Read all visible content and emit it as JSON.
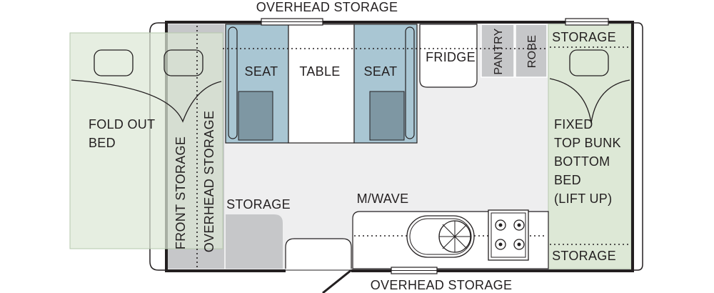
{
  "labels": {
    "overhead_storage_top": "OVERHEAD STORAGE",
    "overhead_storage_bottom": "OVERHEAD STORAGE",
    "overhead_storage_front": "OVERHEAD STORAGE",
    "front_storage": "FRONT STORAGE",
    "fold_out_bed_line1": "FOLD OUT",
    "fold_out_bed_line2": "BED",
    "seat_left": "SEAT",
    "table": "TABLE",
    "seat_right": "SEAT",
    "fridge": "FRIDGE",
    "pantry": "PANTRY",
    "robe": "ROBE",
    "storage_top_right": "STORAGE",
    "storage_bottom_right": "STORAGE",
    "storage_bottom_left": "STORAGE",
    "microwave": "M/WAVE",
    "bunk_line1": "FIXED",
    "bunk_line2": "TOP BUNK",
    "bunk_line3": "BOTTOM",
    "bunk_line4": "BED",
    "bunk_line5": "(LIFT UP)"
  },
  "colors": {
    "wall": "#231f20",
    "floor": "#eeeeef",
    "seat_blue": "#a9c6d3",
    "seat_dark": "#7e97a3",
    "bed_green": "#dde8d6",
    "bed_green_stroke": "#b6c8ad",
    "cabinet_gray": "#c6c7c9"
  }
}
